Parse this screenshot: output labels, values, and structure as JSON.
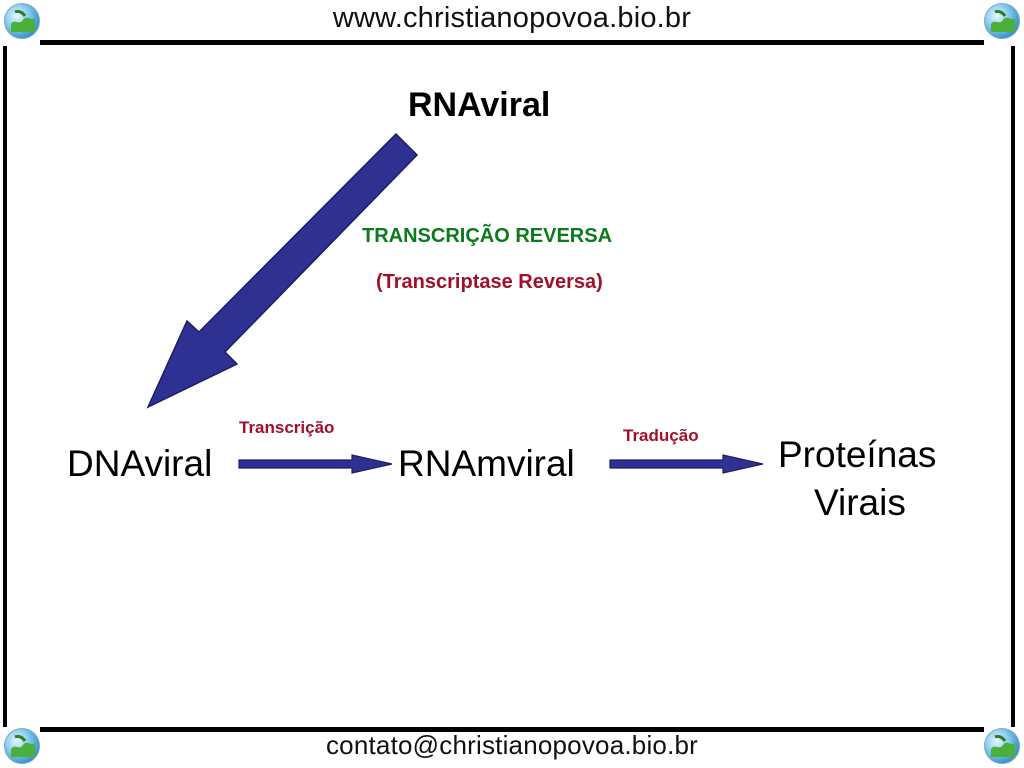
{
  "header": {
    "site": "www.christianopovoa.bio.br"
  },
  "footer": {
    "contact": "contato@christianopovoa.bio.br"
  },
  "diagram": {
    "rna_viral": "RNAviral",
    "reverse_transcription": "TRANSCRIÇÃO REVERSA",
    "reverse_transcriptase": "(Transcriptase Reversa)",
    "dna_viral": "DNAviral",
    "transcription": "Transcrição",
    "mrna_viral": "RNAmviral",
    "translation": "Tradução",
    "proteins_line1": "Proteínas",
    "proteins_line2": "Virais"
  },
  "colors": {
    "arrow_fill": "#2e3191",
    "arrow_stroke": "#1b1d66",
    "label_red": "#a0102a",
    "label_green": "#0a7a1a"
  },
  "icons": [
    "globe-logo-icon"
  ]
}
